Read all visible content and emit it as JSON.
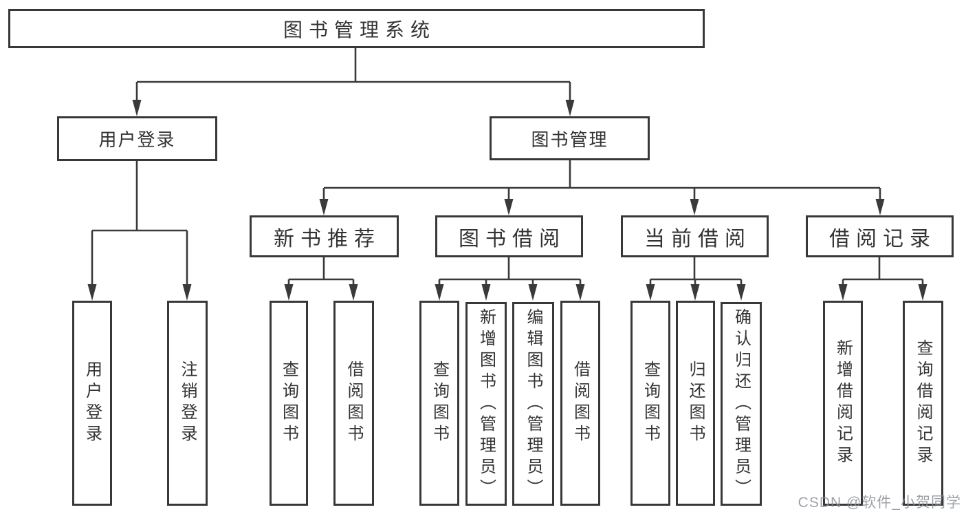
{
  "diagram_title": "图书管理系统",
  "tree": {
    "label": "图书管理系统",
    "children": [
      {
        "label": "用户登录",
        "children": [
          {
            "label": "用户登录"
          },
          {
            "label": "注销登录"
          }
        ]
      },
      {
        "label": "图书管理",
        "children": [
          {
            "label": "新书推荐",
            "children": [
              {
                "label": "查询图书"
              },
              {
                "label": "借阅图书"
              }
            ]
          },
          {
            "label": "图书借阅",
            "children": [
              {
                "label": "查询图书"
              },
              {
                "label": "新增图书（管理员）"
              },
              {
                "label": "编辑图书（管理员）"
              },
              {
                "label": "借阅图书"
              }
            ]
          },
          {
            "label": "当前借阅",
            "children": [
              {
                "label": "查询图书"
              },
              {
                "label": "归还图书"
              },
              {
                "label": "确认归还（管理员）"
              }
            ]
          },
          {
            "label": "借阅记录",
            "children": [
              {
                "label": "新增借阅记录"
              },
              {
                "label": "查询借阅记录"
              }
            ]
          }
        ]
      }
    ]
  },
  "watermark": {
    "text": "CSDN @软件_小贺同学"
  },
  "colors": {
    "line": "#3a3a3a",
    "border": "#383838",
    "text": "#333333",
    "background": "#ffffff",
    "watermark": "#8c9098"
  }
}
